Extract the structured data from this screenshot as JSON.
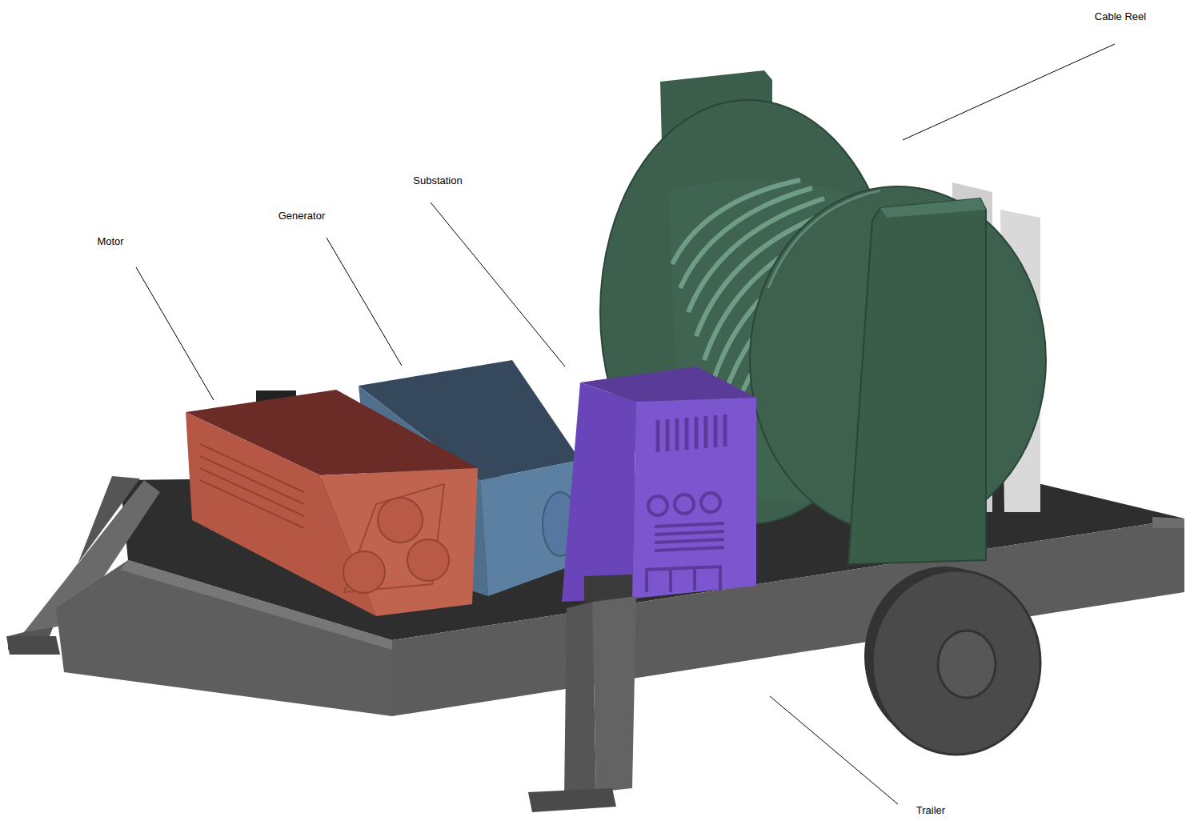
{
  "diagram": {
    "labels": [
      "Cable Reel",
      "Substation",
      "Generator",
      "Motor",
      "Trailer"
    ]
  }
}
